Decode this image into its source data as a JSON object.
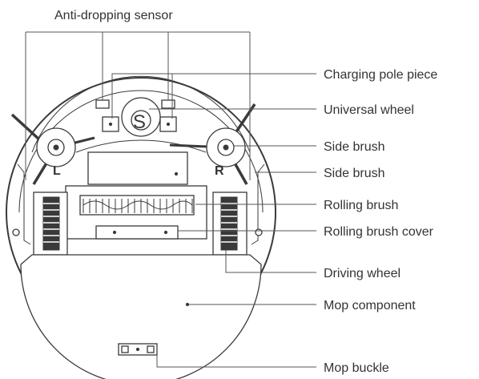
{
  "labels": {
    "anti_dropping_sensor": "Anti-dropping sensor",
    "charging_pole_piece": "Charging pole piece",
    "universal_wheel": "Universal wheel",
    "side_brush_left": "Side brush",
    "side_brush_right": "Side brush",
    "rolling_brush": "Rolling brush",
    "rolling_brush_cover": "Rolling brush cover",
    "driving_wheel": "Driving wheel",
    "mop_component": "Mop component",
    "mop_buckle": "Mop buckle"
  },
  "markings": {
    "left_wheel": "L",
    "right_wheel": "R"
  },
  "colors": {
    "line": "#3a3a3a",
    "text": "#333333",
    "background": "#ffffff"
  }
}
